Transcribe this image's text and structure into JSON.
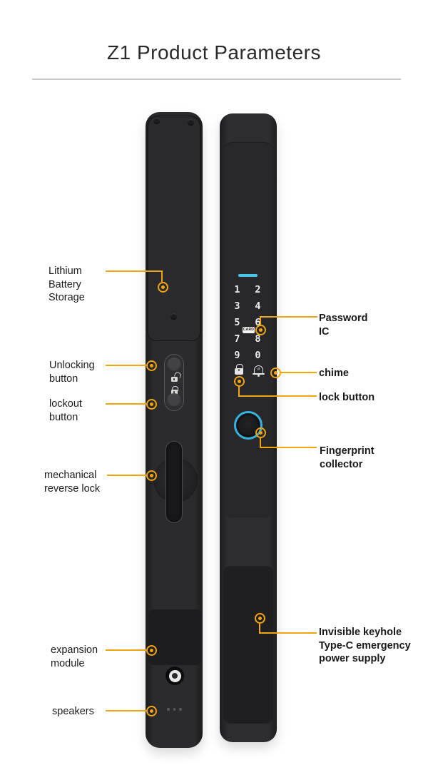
{
  "page": {
    "title": "Z1 Product Parameters"
  },
  "colors": {
    "accent": "#F1A40D",
    "highlight_cyan": "#49C4E9",
    "fingerprint_ring": "#38B2E0",
    "lock_body": "#2B2B2D"
  },
  "keypad": {
    "digits": [
      "1",
      "2",
      "3",
      "4",
      "5",
      "6",
      "7",
      "8",
      "9",
      "0"
    ],
    "card_badge": "CARD",
    "bell_glyph": "#"
  },
  "callouts": {
    "left": [
      {
        "id": "lithium-battery-storage",
        "label": "Lithium\nBattery\nStorage"
      },
      {
        "id": "unlocking-button",
        "label": "Unlocking\nbutton"
      },
      {
        "id": "lockout-button",
        "label": "lockout\nbutton"
      },
      {
        "id": "mechanical-reverse-lock",
        "label": "mechanical\nreverse lock"
      },
      {
        "id": "expansion-module",
        "label": "expansion\nmodule"
      },
      {
        "id": "speakers",
        "label": "speakers"
      }
    ],
    "right": [
      {
        "id": "password-ic",
        "label": "Password\nIC"
      },
      {
        "id": "chime",
        "label": "chime"
      },
      {
        "id": "lock-button",
        "label": "lock button"
      },
      {
        "id": "fingerprint-collector",
        "label": "Fingerprint\ncollector"
      },
      {
        "id": "invisible-keyhole",
        "label": "Invisible keyhole\nType-C emergency\npower supply"
      }
    ]
  }
}
